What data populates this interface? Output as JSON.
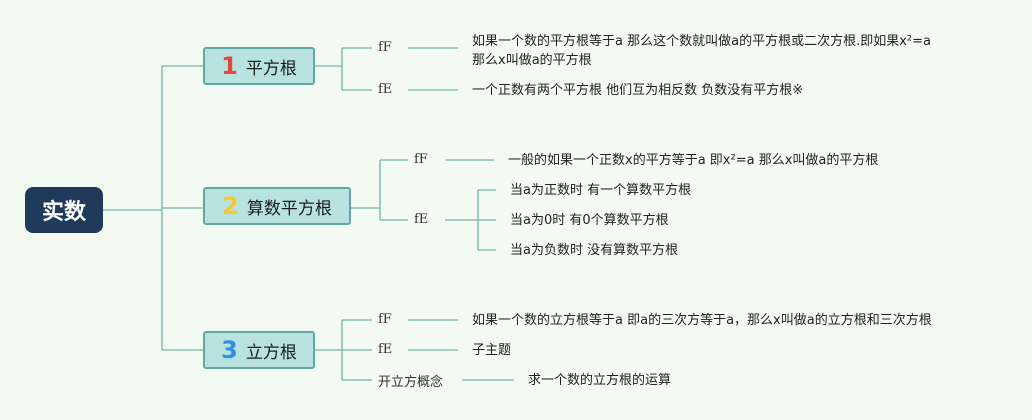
{
  "root": {
    "label": "实数"
  },
  "branches": [
    {
      "number": "1",
      "number_color": "#e8453c",
      "label": "平方根",
      "items": [
        {
          "tag": "fF",
          "text": "如果一个数的平方根等于a 那么这个数就叫做a的平方根或二次方根.即如果x²=a",
          "text2": "那么x叫做a的平方根"
        },
        {
          "tag": "fE",
          "text": "一个正数有两个平方根 他们互为相反数 负数没有平方根※"
        }
      ]
    },
    {
      "number": "2",
      "number_color": "#f2c935",
      "label": "算数平方根",
      "items": [
        {
          "tag": "fF",
          "text": "一般的如果一个正数x的平方等于a 即x²=a 那么x叫做a的平方根"
        },
        {
          "tag": "fE",
          "subitems": [
            "当a为正数时 有一个算数平方根",
            "当a为0时 有0个算数平方根",
            "当a为负数时 没有算数平方根"
          ]
        }
      ]
    },
    {
      "number": "3",
      "number_color": "#2f8fe0",
      "label": "立方根",
      "items": [
        {
          "tag": "fF",
          "text": "如果一个数的立方根等于a 即a的三次方等于a，那么x叫做a的立方根和三次方根"
        },
        {
          "tag": "fE",
          "text": "子主题"
        },
        {
          "tag": "开立方概念",
          "text": "求一个数的立方根的运算"
        }
      ]
    }
  ],
  "colors": {
    "background": "#f2faf2",
    "root": "#1f3a5a",
    "branch_fill": "#b7e2e0",
    "branch_border": "#5fa7a4",
    "line": "#6fb3a8"
  }
}
